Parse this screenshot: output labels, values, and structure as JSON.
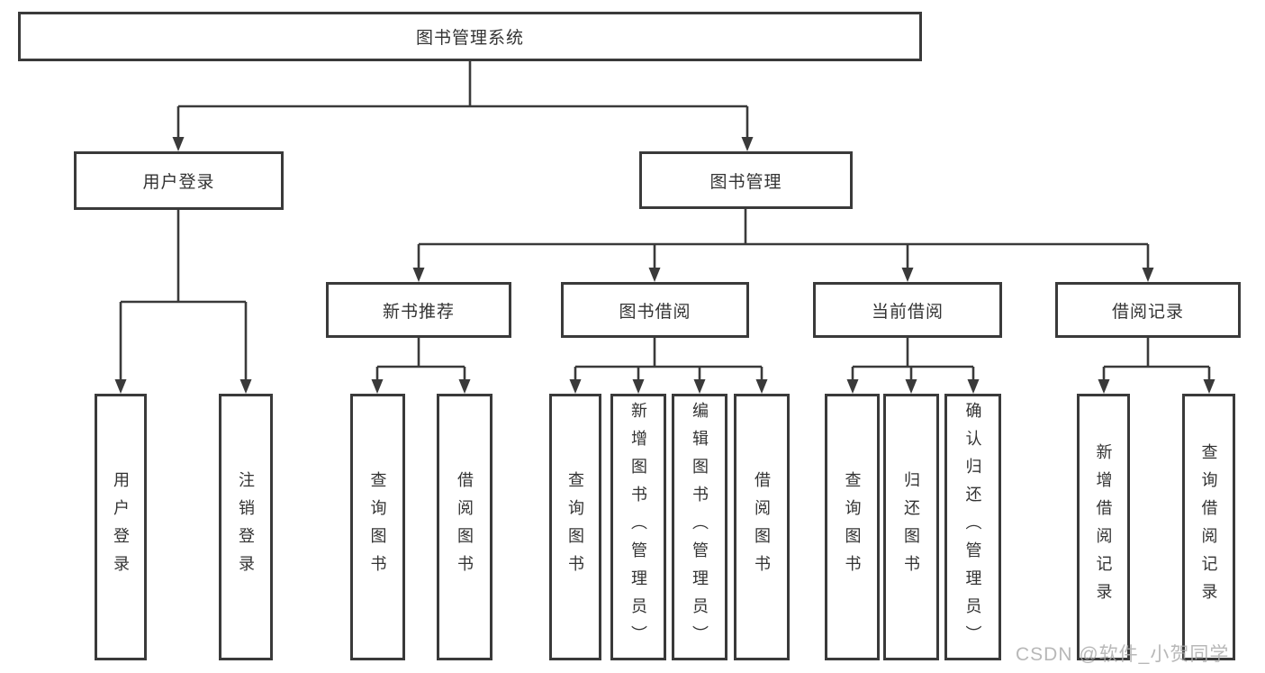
{
  "colors": {
    "line": "#3a3a3a",
    "text": "#333333",
    "watermark": "#acacac",
    "background": "#ffffff"
  },
  "root": {
    "label": "图书管理系统"
  },
  "level2": [
    {
      "label": "用户登录"
    },
    {
      "label": "图书管理"
    }
  ],
  "level3": [
    {
      "label": "新书推荐"
    },
    {
      "label": "图书借阅"
    },
    {
      "label": "当前借阅"
    },
    {
      "label": "借阅记录"
    }
  ],
  "leaves": [
    {
      "label": "用户登录"
    },
    {
      "label": "注销登录"
    },
    {
      "label": "查询图书"
    },
    {
      "label": "借阅图书"
    },
    {
      "label": "查询图书"
    },
    {
      "label": "新增图书（管理员）"
    },
    {
      "label": "编辑图书（管理员）"
    },
    {
      "label": "借阅图书"
    },
    {
      "label": "查询图书"
    },
    {
      "label": "归还图书"
    },
    {
      "label": "确认归还（管理员）"
    },
    {
      "label": "新增借阅记录"
    },
    {
      "label": "查询借阅记录"
    }
  ],
  "watermark": "CSDN @软件_小贺同学"
}
